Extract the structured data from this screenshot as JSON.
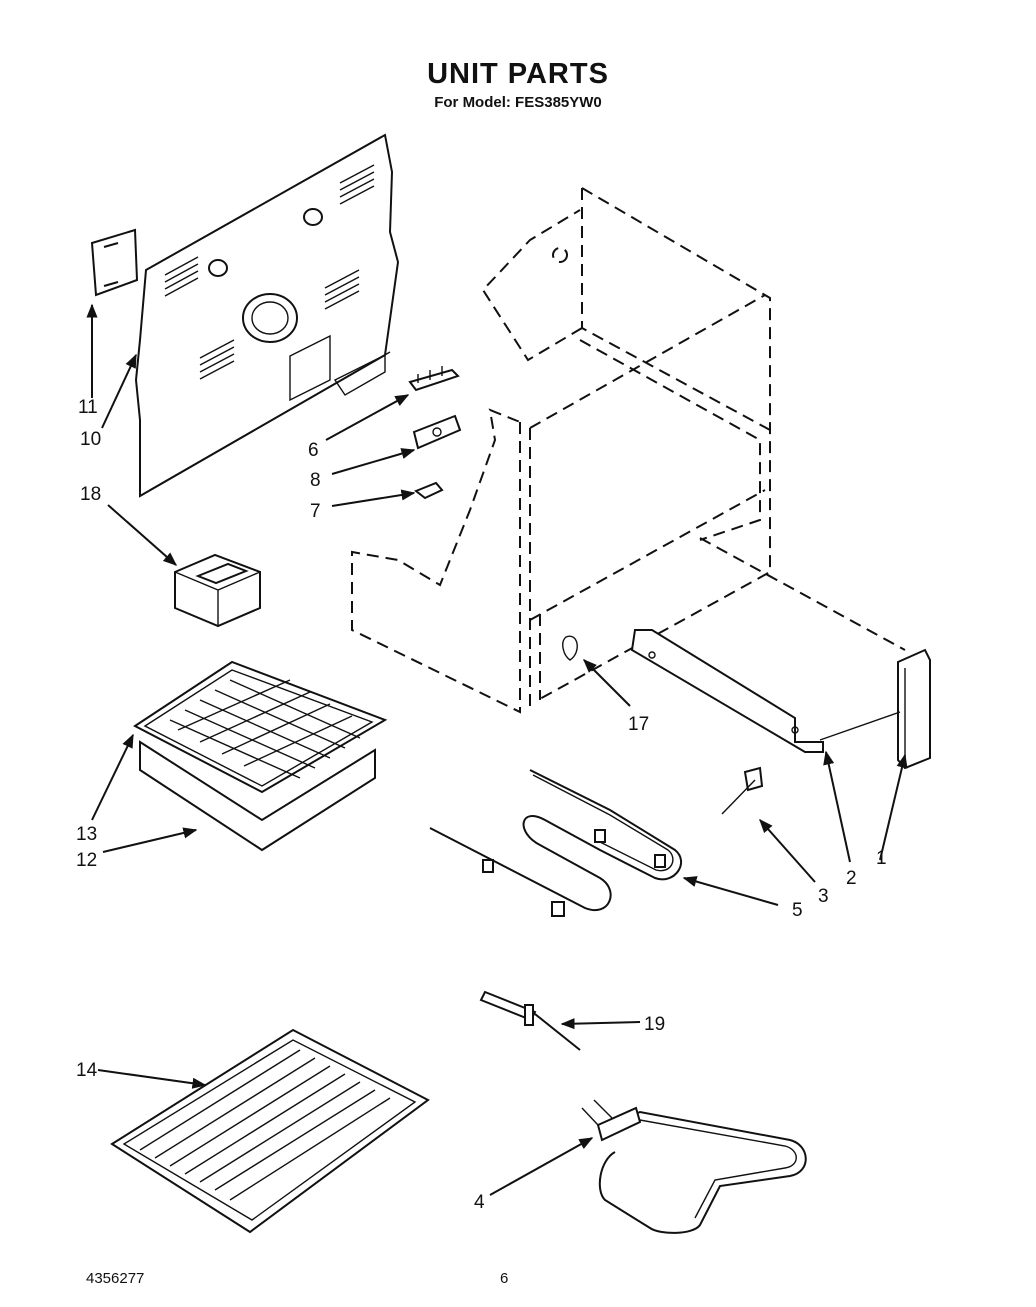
{
  "title": "UNIT PARTS",
  "subtitle": "For Model: FES385YW0",
  "footer": {
    "doc_number": "4356277",
    "page_number": "6"
  },
  "callouts": {
    "c1": "1",
    "c2": "2",
    "c3": "3",
    "c4": "4",
    "c5": "5",
    "c6": "6",
    "c7": "7",
    "c8": "8",
    "c10": "10",
    "c11": "11",
    "c12": "12",
    "c13": "13",
    "c14": "14",
    "c17": "17",
    "c18": "18",
    "c19": "19"
  }
}
